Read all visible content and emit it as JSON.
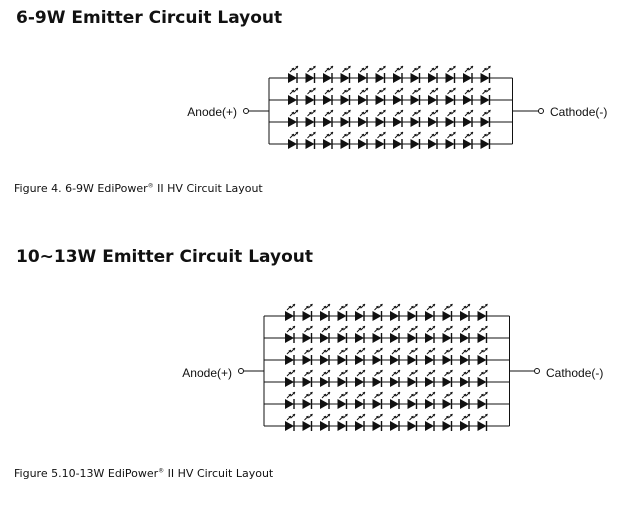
{
  "sections": [
    {
      "heading": "6-9W Emitter Circuit Layout",
      "caption_text": "Figure 4. 6-9W EdiPower",
      "caption_mark": "®",
      "caption_suffix": " II HV Circuit Layout",
      "anode_label": "Anode(+)",
      "cathode_label": "Cathode(-)",
      "parallel_strings": 4,
      "leds_per_string": 12
    },
    {
      "heading": "10~13W Emitter Circuit Layout",
      "caption_text": "Figure 5.10-13W EdiPower",
      "caption_mark": "®",
      "caption_suffix": " II HV Circuit Layout",
      "anode_label": "Anode(+)",
      "cathode_label": "Cathode(-)",
      "parallel_strings": 6,
      "leds_per_string": 12
    }
  ],
  "colors": {
    "line": "#111111",
    "text": "#111111",
    "background": "#ffffff"
  }
}
